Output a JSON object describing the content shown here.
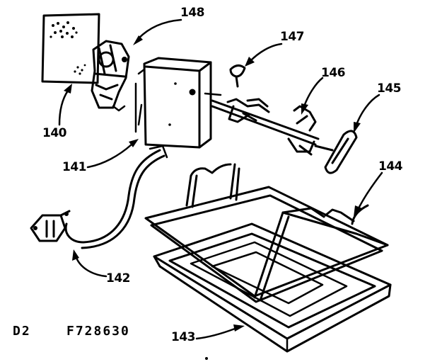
{
  "labels": {
    "p140": "140",
    "p141": "141",
    "p142": "142",
    "p143": "143",
    "p144": "144",
    "p145": "145",
    "p146": "146",
    "p147": "147",
    "p148": "148"
  },
  "codes": {
    "section": "D2",
    "drawing_number": "F728630"
  }
}
